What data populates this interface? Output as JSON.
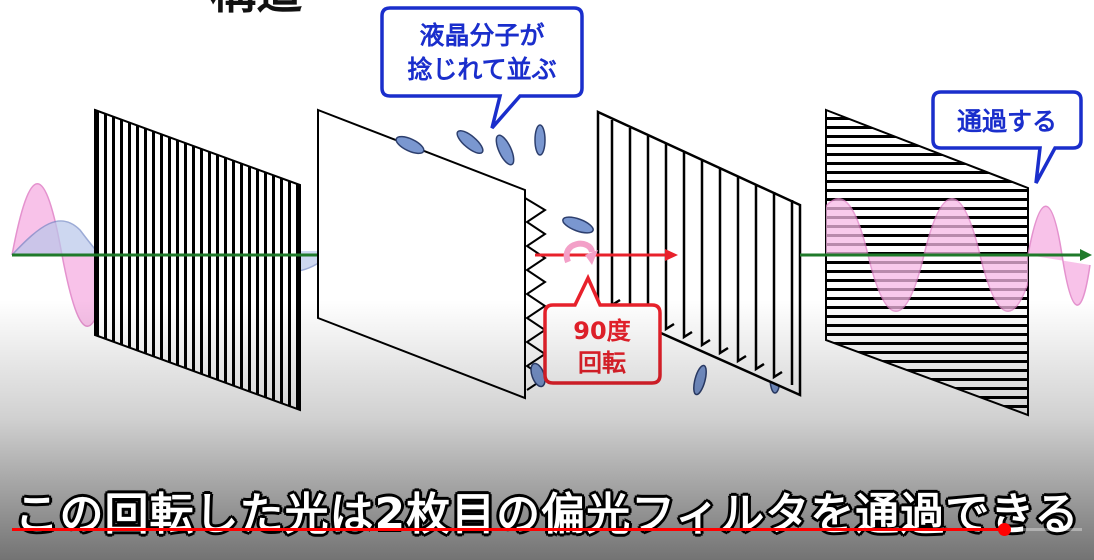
{
  "video": {
    "heading_fragment": "構造",
    "bubble_liquid_crystal": [
      "液晶分子が",
      "捻じれて並ぶ"
    ],
    "bubble_passes": "通過する",
    "bubble_rotation": [
      "90度",
      "回転"
    ],
    "subtitle": "この回転した光は2枚目の偏光フィルタを通過できる",
    "progress_percent": 92.7,
    "colors": {
      "accent_blue": "#1a2ecc",
      "accent_red": "#e8212b",
      "wave_pink": "#f7b8e6",
      "wave_blue": "#b9c7ea",
      "axis_green": "#1f7a2a",
      "molecule": "#6f8fc9",
      "progress": "#ff0000"
    }
  }
}
